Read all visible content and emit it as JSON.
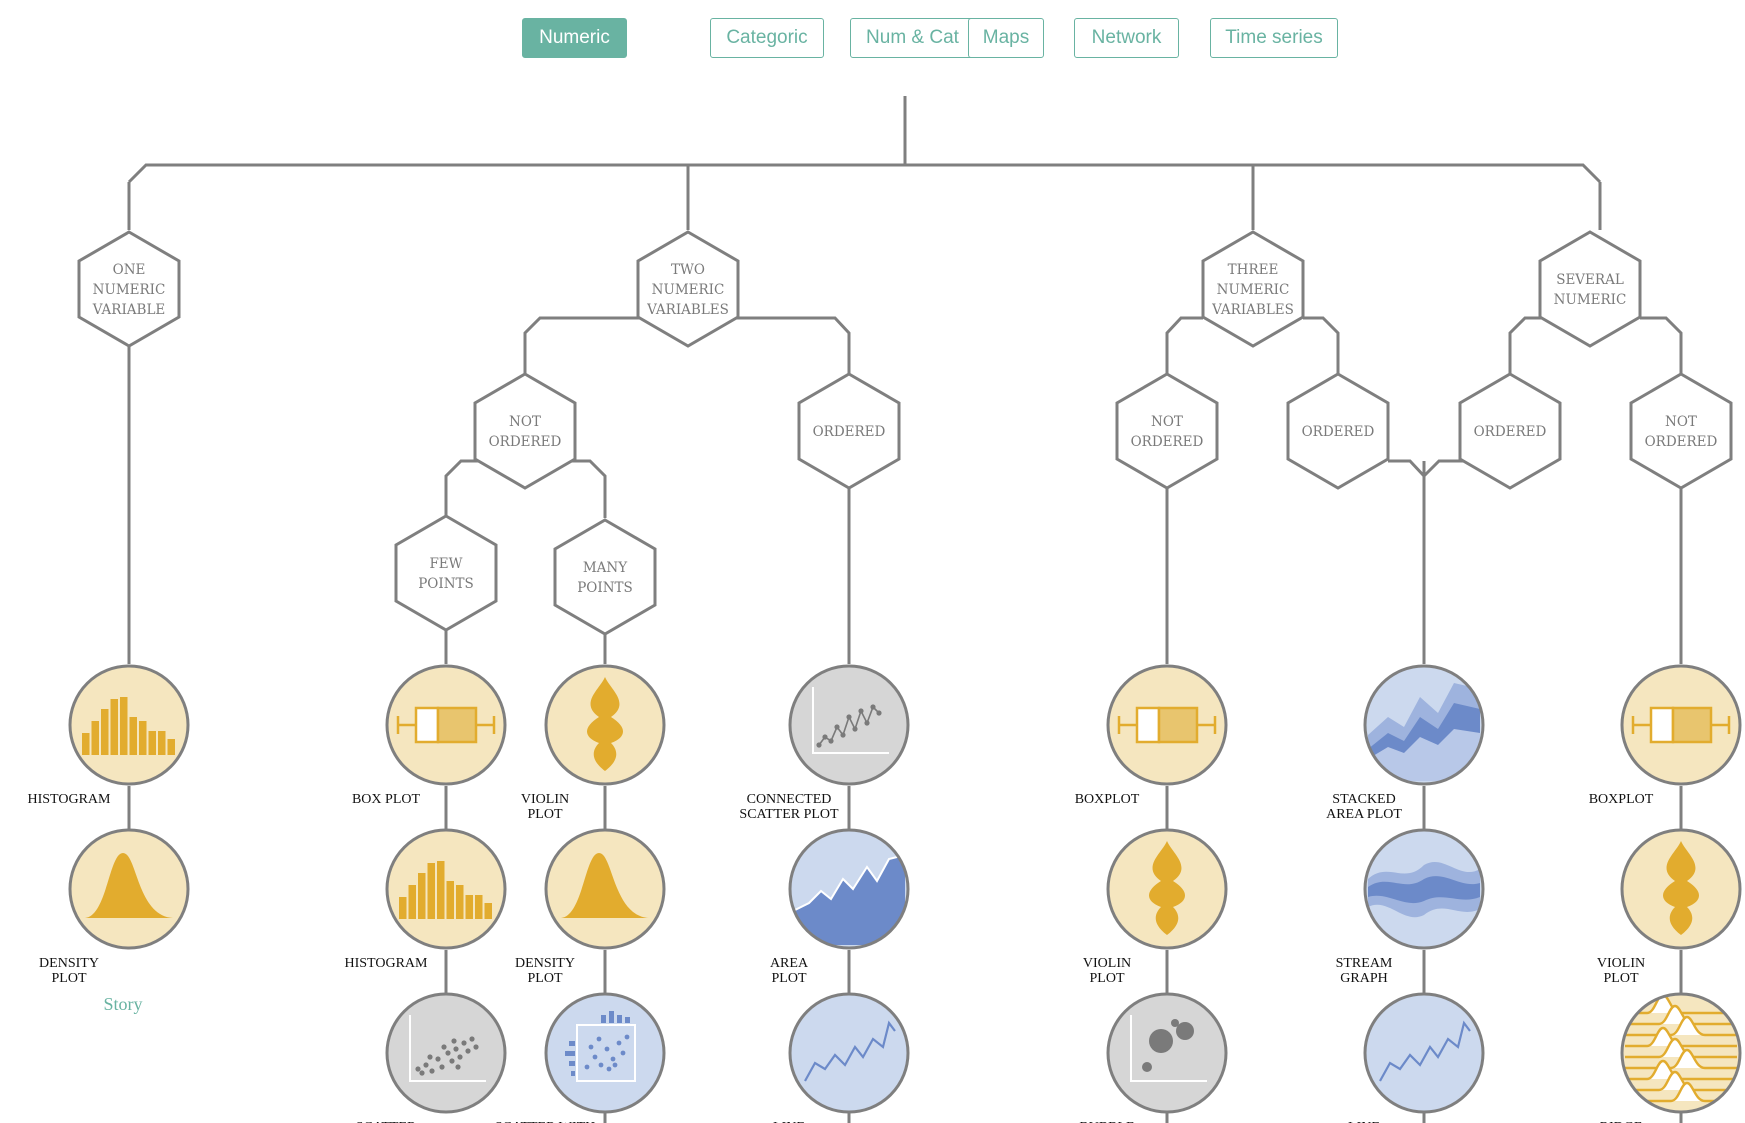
{
  "tabs": [
    {
      "label": "Numeric",
      "active": true
    },
    {
      "label": "Categoric",
      "active": false
    },
    {
      "label": "Num & Cat",
      "active": false
    },
    {
      "label": "Maps",
      "active": false
    },
    {
      "label": "Network",
      "active": false
    },
    {
      "label": "Time series",
      "active": false
    }
  ],
  "colors": {
    "accent": "#69b3a2",
    "line": "#7f7f7f",
    "yellow_fill": "#f5e6bf",
    "yellow": "#e2ac2e",
    "blue_fill": "#ccd9ee",
    "blue": "#6c8ac9",
    "grey_fill": "#d6d6d6"
  },
  "hexagons": {
    "one_numeric": [
      "ONE",
      "NUMERIC",
      "VARIABLE"
    ],
    "two_numeric": [
      "TWO",
      "NUMERIC",
      "VARIABLES"
    ],
    "three_numeric": [
      "THREE",
      "NUMERIC",
      "VARIABLES"
    ],
    "several_numeric": [
      "SEVERAL",
      "NUMERIC"
    ],
    "two_not_ordered": [
      "NOT",
      "ORDERED"
    ],
    "two_ordered": [
      "ORDERED"
    ],
    "few_points": [
      "FEW",
      "POINTS"
    ],
    "many_points": [
      "MANY",
      "POINTS"
    ],
    "three_not_ordered": [
      "NOT",
      "ORDERED"
    ],
    "three_ordered": [
      "ORDERED"
    ],
    "several_ordered": [
      "ORDERED"
    ],
    "several_not_ordered": [
      "NOT",
      "ORDERED"
    ]
  },
  "leaves": {
    "c1_r1": {
      "label": [
        "HISTOGRAM"
      ],
      "icon": "histogram-icon"
    },
    "c1_r2": {
      "label": [
        "DENSITY",
        "PLOT"
      ],
      "icon": "density-icon"
    },
    "c2_r1": {
      "label": [
        "BOX PLOT"
      ],
      "icon": "boxplot-icon"
    },
    "c2_r2": {
      "label": [
        "HISTOGRAM"
      ],
      "icon": "histogram-icon"
    },
    "c2_r3": {
      "label": [
        "SCATTER"
      ],
      "icon": "scatter-icon"
    },
    "c3_r1": {
      "label": [
        "VIOLIN",
        "PLOT"
      ],
      "icon": "violin-icon"
    },
    "c3_r2": {
      "label": [
        "DENSITY",
        "PLOT"
      ],
      "icon": "density-icon"
    },
    "c3_r3": {
      "label": [
        "SCATTER WITH"
      ],
      "icon": "scatter-marginal-icon"
    },
    "c4_r1": {
      "label": [
        "CONNECTED",
        "SCATTER PLOT"
      ],
      "icon": "connected-scatter-icon"
    },
    "c4_r2": {
      "label": [
        "AREA",
        "PLOT"
      ],
      "icon": "area-icon"
    },
    "c4_r3": {
      "label": [
        "LINE"
      ],
      "icon": "line-icon"
    },
    "c5_r1": {
      "label": [
        "BOXPLOT"
      ],
      "icon": "boxplot-icon"
    },
    "c5_r2": {
      "label": [
        "VIOLIN",
        "PLOT"
      ],
      "icon": "violin-icon"
    },
    "c5_r3": {
      "label": [
        "BUBBLE"
      ],
      "icon": "bubble-icon"
    },
    "c6_r1": {
      "label": [
        "STACKED",
        "AREA PLOT"
      ],
      "icon": "stacked-area-icon"
    },
    "c6_r2": {
      "label": [
        "STREAM",
        "GRAPH"
      ],
      "icon": "streamgraph-icon"
    },
    "c6_r3": {
      "label": [
        "LINE"
      ],
      "icon": "line-icon"
    },
    "c7_r1": {
      "label": [
        "BOXPLOT"
      ],
      "icon": "boxplot-icon"
    },
    "c7_r2": {
      "label": [
        "VIOLIN",
        "PLOT"
      ],
      "icon": "violin-icon"
    },
    "c7_r3": {
      "label": [
        "RIDGE"
      ],
      "icon": "ridgeline-icon"
    }
  },
  "story_link": "Story"
}
